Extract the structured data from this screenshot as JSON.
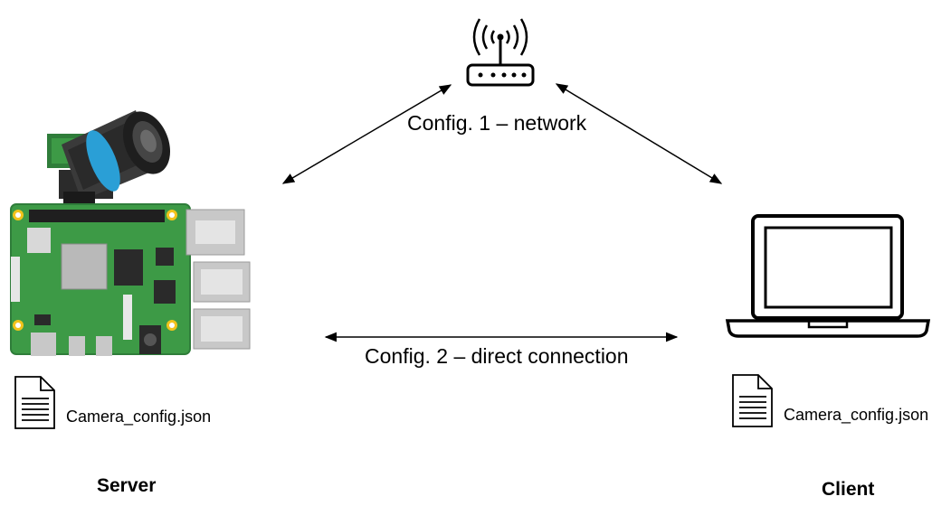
{
  "connections": {
    "network_label": "Config. 1 – network",
    "direct_label": "Config. 2 – direct connection"
  },
  "server": {
    "role_label": "Server",
    "file_name": "Camera_config.json"
  },
  "client": {
    "role_label": "Client",
    "file_name": "Camera_config.json"
  },
  "colors": {
    "board_green": "#3d9a46",
    "connector_silver": "#c8c8c8",
    "lens_blue": "#2a9fd6",
    "line": "#000000"
  }
}
